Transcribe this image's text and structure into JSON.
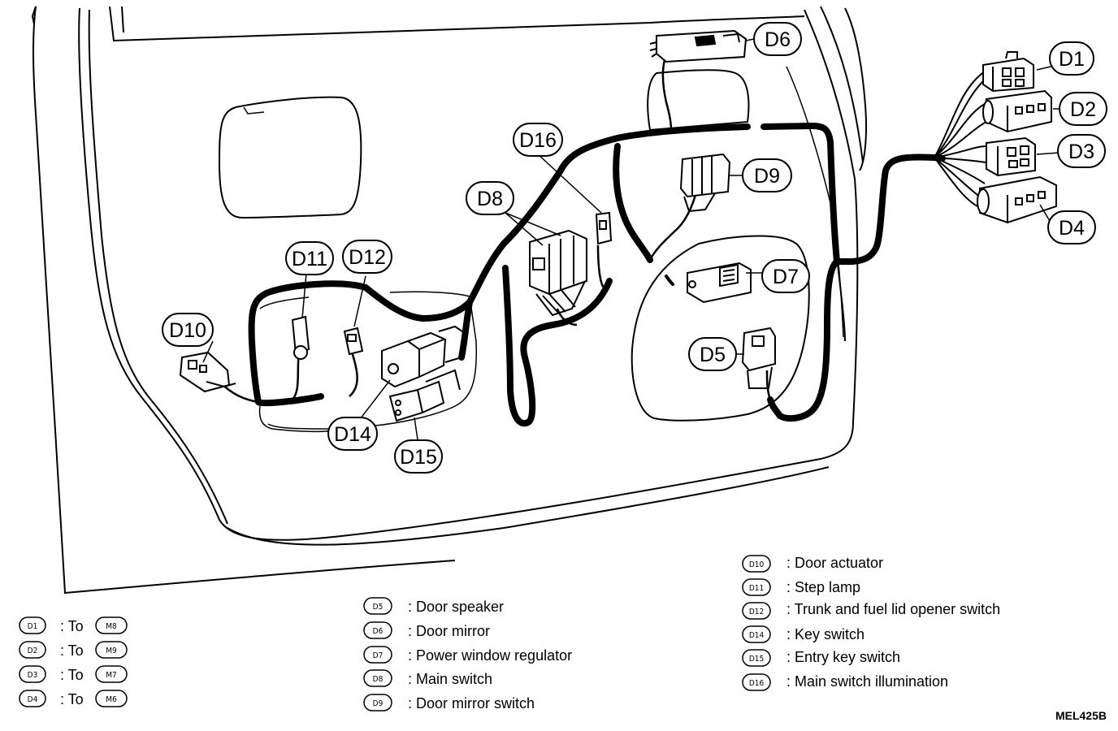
{
  "callouts": {
    "d1": "D1",
    "d2": "D2",
    "d3": "D3",
    "d4": "D4",
    "d5": "D5",
    "d6": "D6",
    "d7": "D7",
    "d8": "D8",
    "d9": "D9",
    "d10": "D10",
    "d11": "D11",
    "d12": "D12",
    "d14": "D14",
    "d15": "D15",
    "d16": "D16"
  },
  "legend_left": [
    {
      "code": "D1",
      "text": ": To",
      "target": "M8"
    },
    {
      "code": "D2",
      "text": ": To",
      "target": "M9"
    },
    {
      "code": "D3",
      "text": ": To",
      "target": "M7"
    },
    {
      "code": "D4",
      "text": ": To",
      "target": "M6"
    }
  ],
  "legend_middle": [
    {
      "code": "D5",
      "text": ": Door speaker"
    },
    {
      "code": "D6",
      "text": ": Door mirror"
    },
    {
      "code": "D7",
      "text": ": Power window regulator"
    },
    {
      "code": "D8",
      "text": ": Main switch"
    },
    {
      "code": "D9",
      "text": ": Door mirror switch"
    }
  ],
  "legend_right": [
    {
      "code": "D10",
      "text": ": Door actuator"
    },
    {
      "code": "D11",
      "text": ": Step lamp"
    },
    {
      "code": "D12",
      "text": ": Trunk and fuel lid opener switch"
    },
    {
      "code": "D14",
      "text": ": Key switch"
    },
    {
      "code": "D15",
      "text": ": Entry key switch"
    },
    {
      "code": "D16",
      "text": ": Main switch illumination"
    }
  ],
  "figure_code": "MEL425B"
}
